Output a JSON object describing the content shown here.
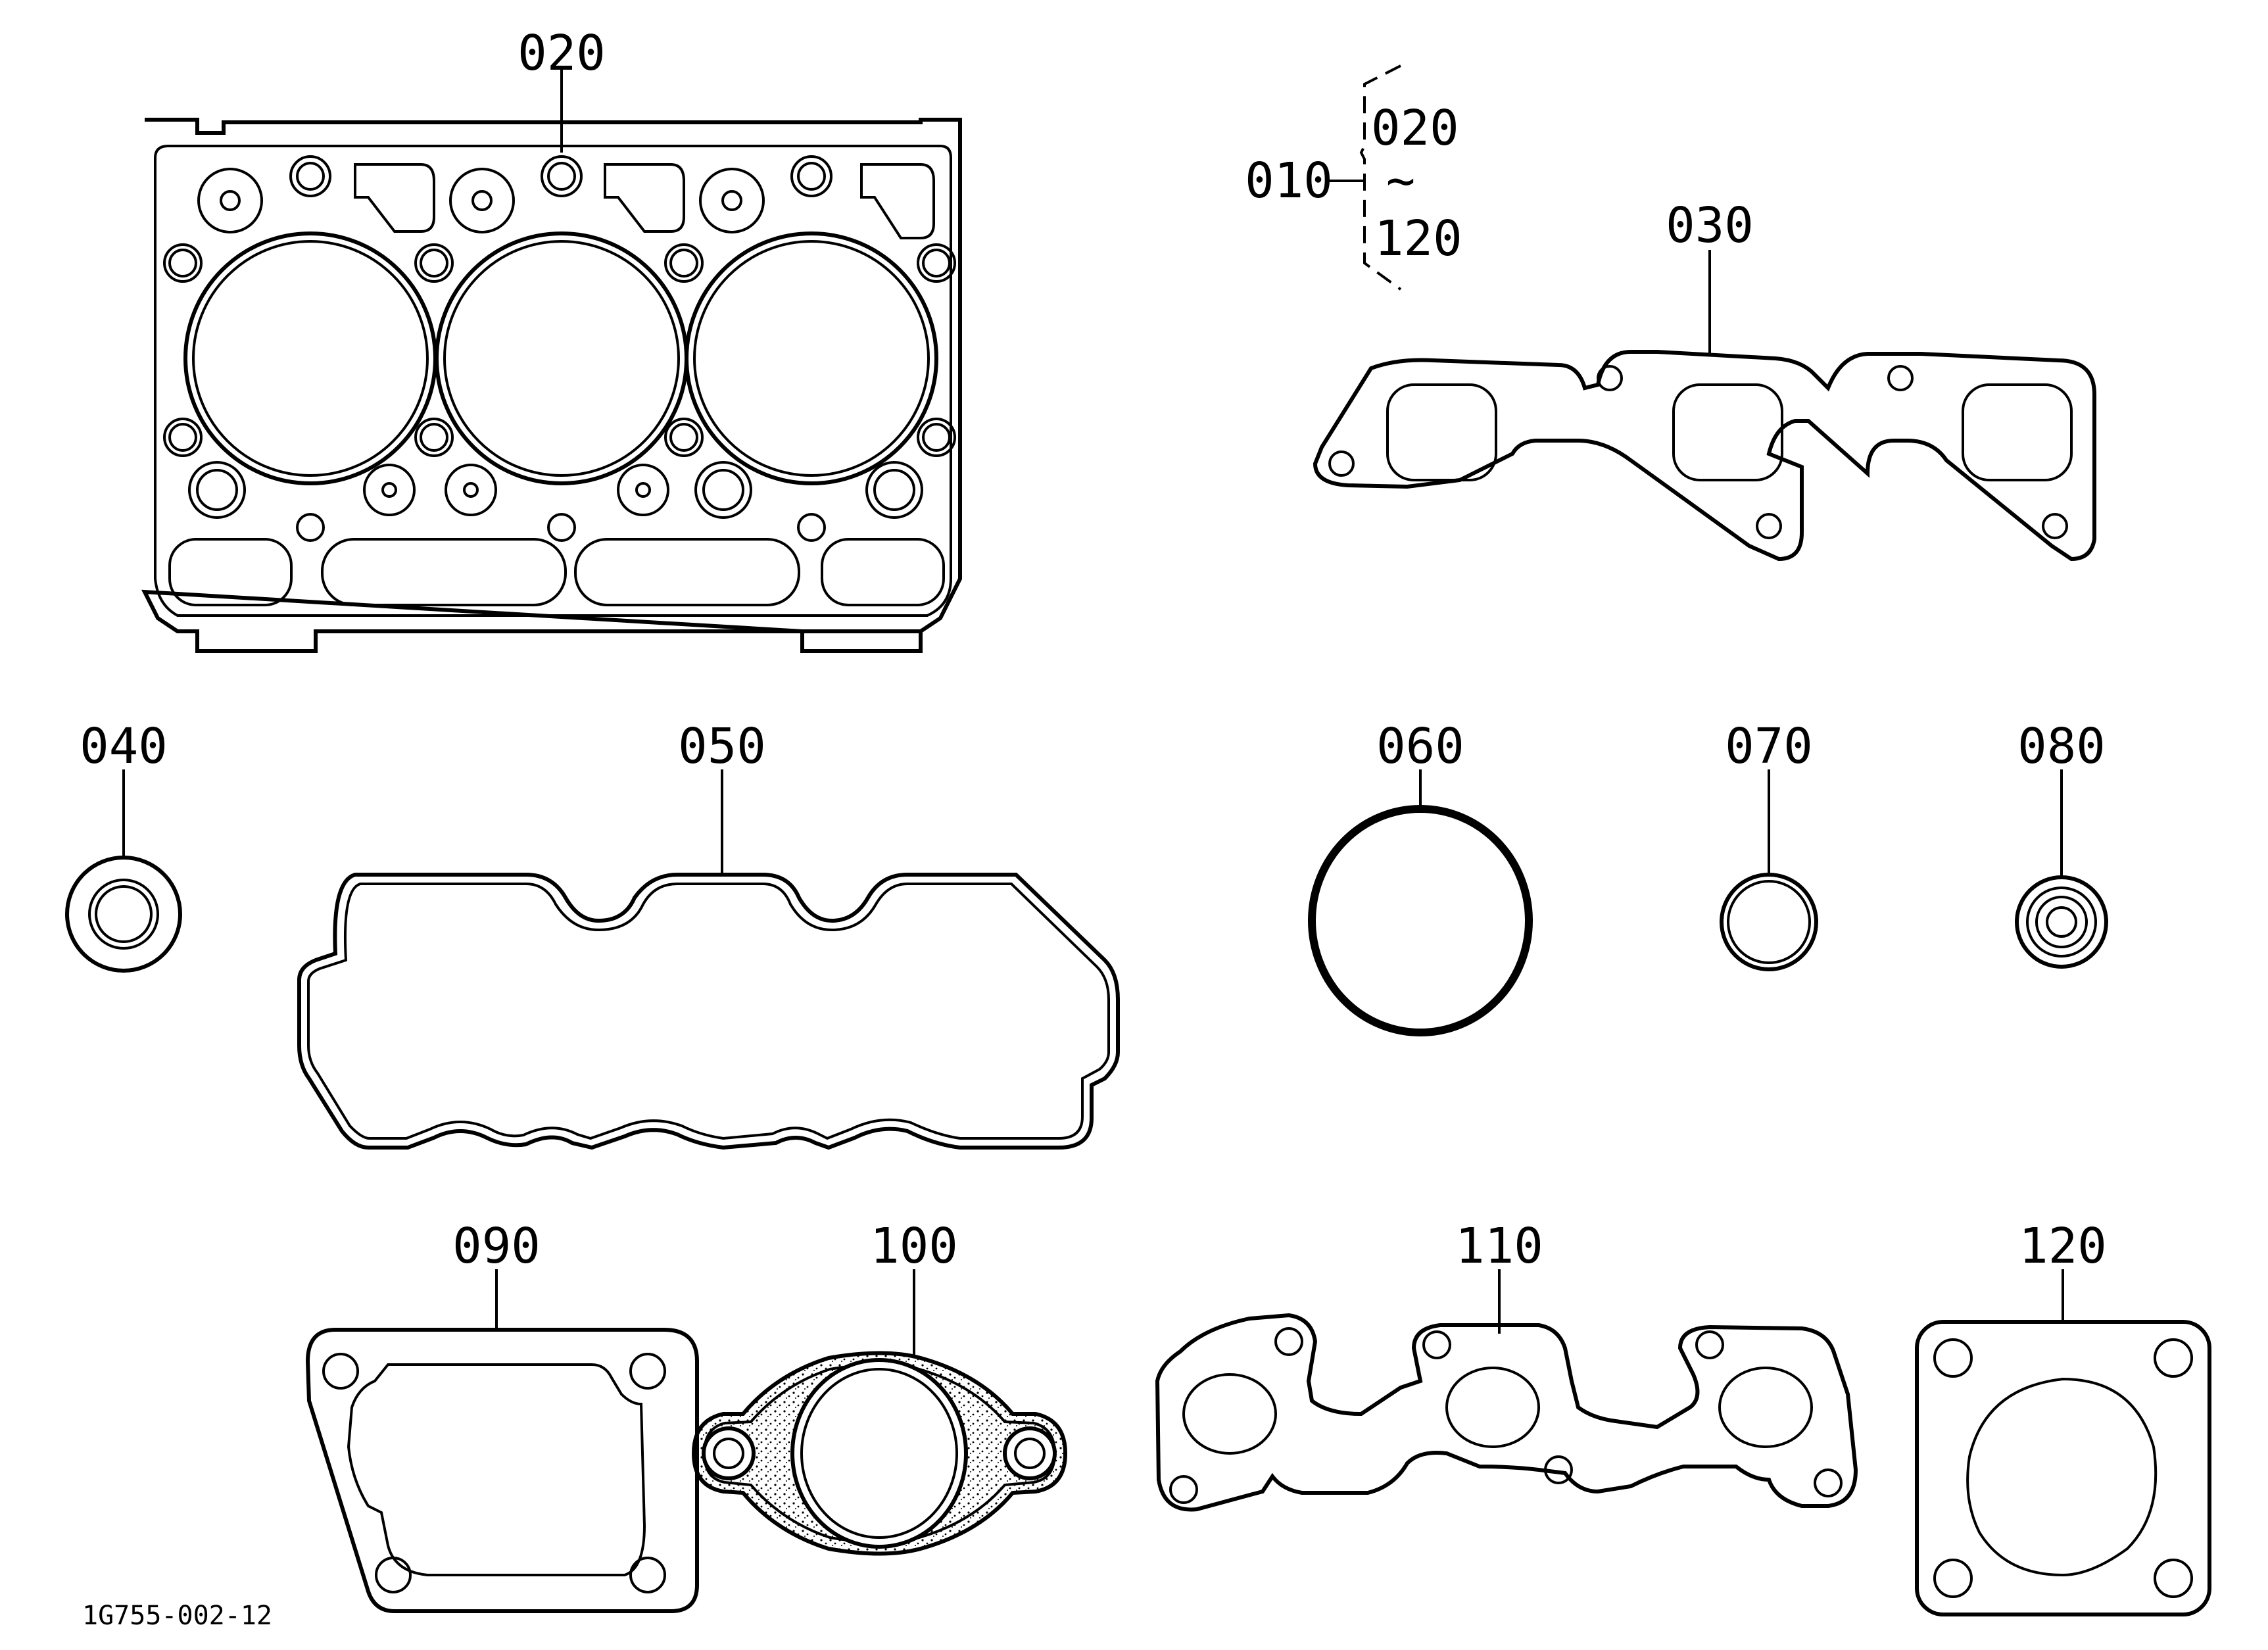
{
  "diagram": {
    "drawing_number": "1G755-002-12",
    "range_note": {
      "parent": "010",
      "from": "020",
      "tilde": "~",
      "to": "120"
    },
    "parts": {
      "p020": "020",
      "p030": "030",
      "p040": "040",
      "p050": "050",
      "p060": "060",
      "p070": "070",
      "p080": "080",
      "p090": "090",
      "p100": "100",
      "p110": "110",
      "p120": "120"
    }
  },
  "colors": {
    "line": "#000000",
    "background": "#ffffff"
  }
}
